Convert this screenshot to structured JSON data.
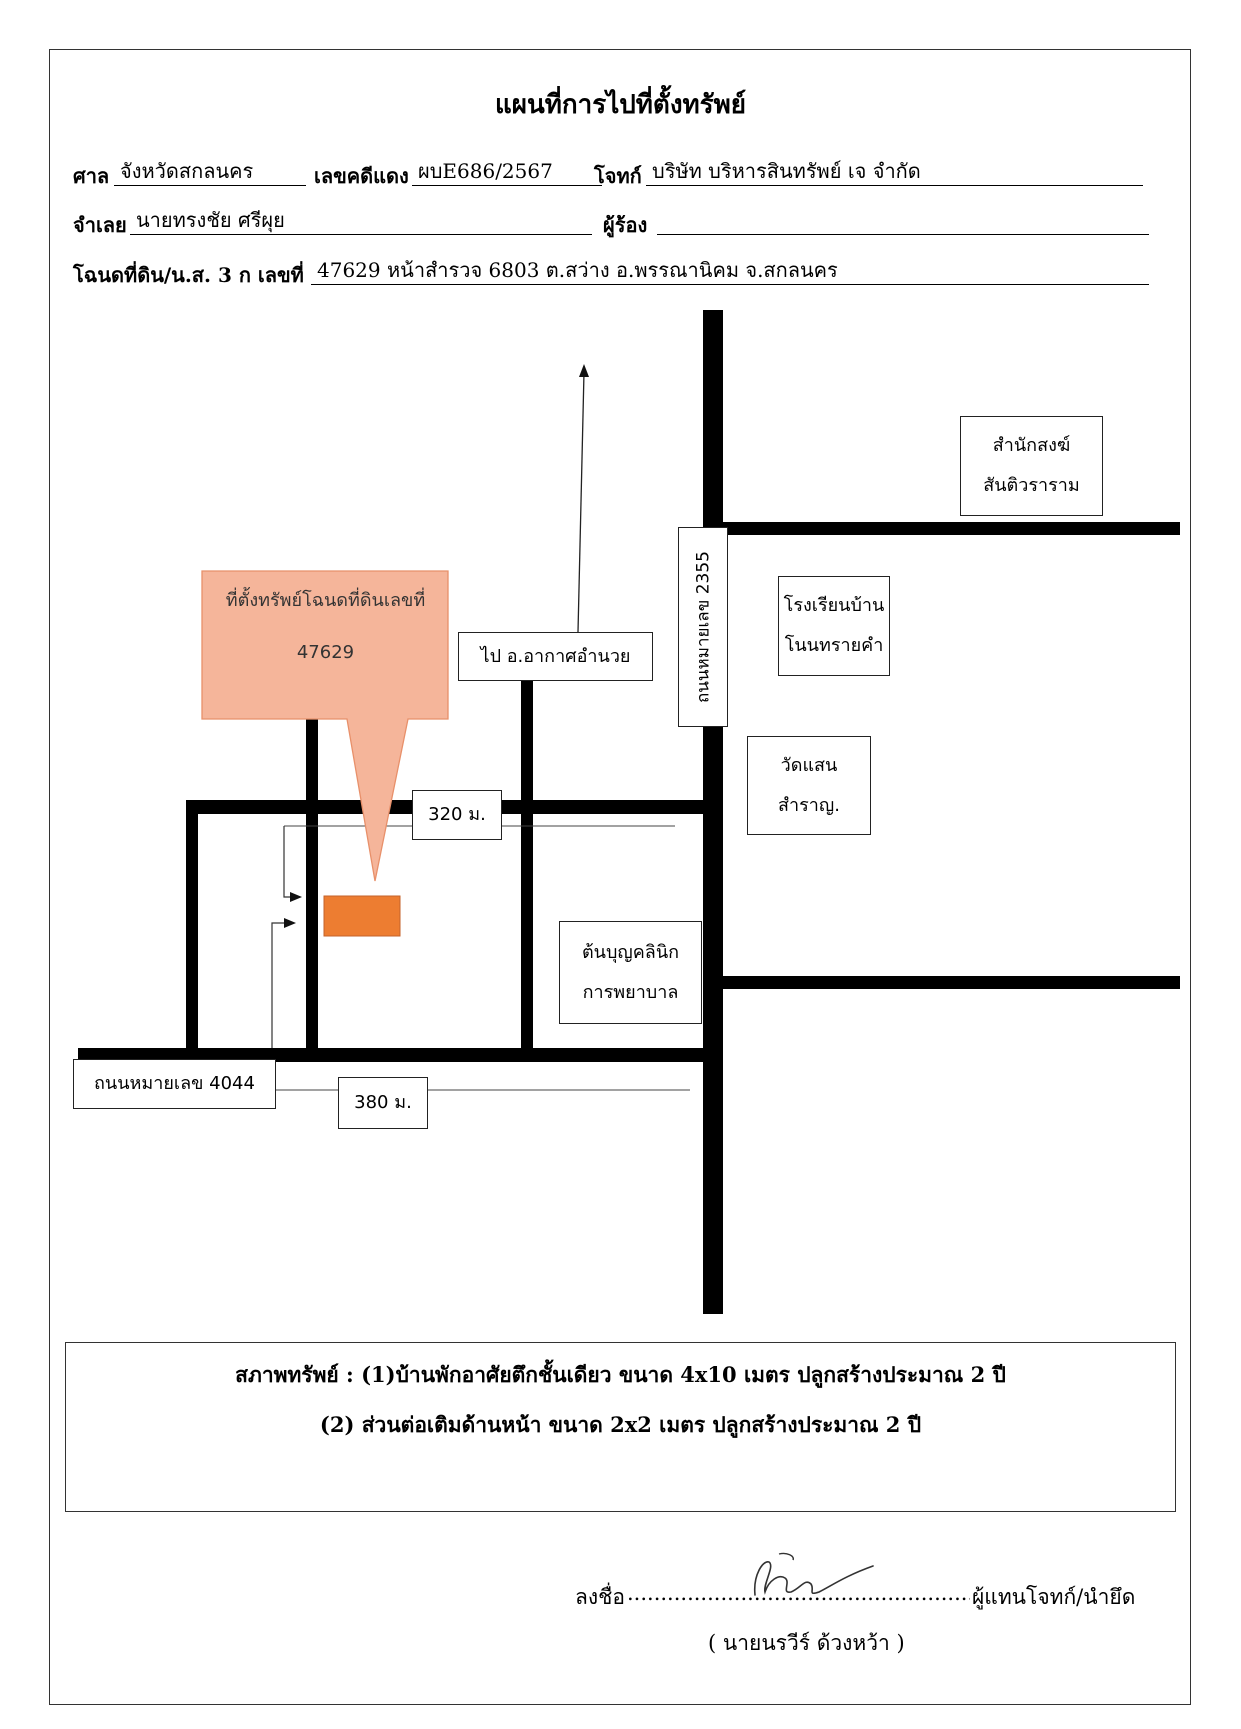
{
  "title": "แผนที่การไปที่ตั้งทรัพย์",
  "header": {
    "court_label": "ศาล",
    "court_value": "จังหวัดสกลนคร",
    "case_label": "เลขคดีแดง",
    "case_value": "ผบE686/2567",
    "plaintiff_label": "โจทก์",
    "plaintiff_value": "บริษัท บริหารสินทรัพย์ เจ จำกัด",
    "defendant_label": "จำเลย",
    "defendant_value": "นายทรงชัย ศรีผุย",
    "petitioner_label": "ผู้ร้อง",
    "petitioner_value": "",
    "deed_label": "โฉนดที่ดิน/น.ส. 3 ก เลขที่",
    "deed_value": "47629 หน้าสำรวจ 6803 ต.สว่าง อ.พรรณานิคม จ.สกลนคร"
  },
  "map": {
    "callout": [
      "ที่ตั้งทรัพย์โฉนดที่ดินเลขที่",
      "47629"
    ],
    "to_airport": "ไป อ.อากาศอำนวย",
    "road_2355": "ถนนหมายเลข 2355",
    "road_4044": "ถนนหมายเลข 4044",
    "dist_320": "320 ม.",
    "dist_380": "380 ม.",
    "monastery": [
      "สำนักสงฆ์",
      "สันติวราราม"
    ],
    "school": [
      "โรงเรียนบ้าน",
      "โนนทรายคำ"
    ],
    "temple": [
      "วัดแสน",
      "สำราญ."
    ],
    "clinic": [
      "ต้นบุญคลินิก",
      "การพยาบาล"
    ],
    "colors": {
      "road": "#000000",
      "callout_fill": "#f5b59a",
      "callout_stroke": "#e8906a",
      "property": "#ed7d31"
    }
  },
  "condition": {
    "line1": "สภาพทรัพย์ : (1)บ้านพักอาศัยตึกชั้นเดียว ขนาด 4x10 เมตร ปลูกสร้างประมาณ 2 ปี",
    "line2": "(2) ส่วนต่อเติมด้านหน้า ขนาด 2x2 เมตร ปลูกสร้างประมาณ 2 ปี"
  },
  "signature": {
    "sign_prefix": "ลงชื่อ",
    "dots": "..........................................................................",
    "role": "ผู้แทนโจทก์/นำยึด",
    "name": "( นายนรวีร์ ด้วงหว้า )"
  }
}
